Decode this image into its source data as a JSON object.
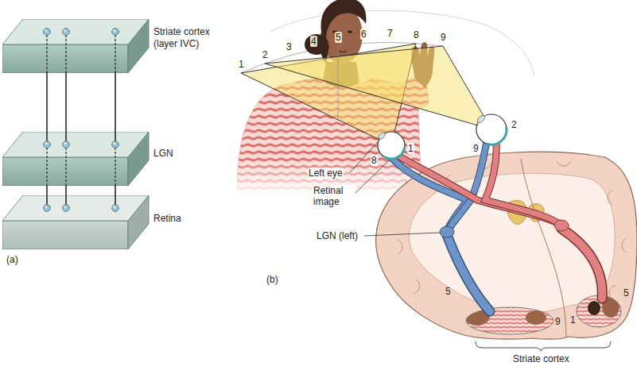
{
  "diagram": {
    "nodes": [
      {
        "text": [
          "Striate cortex (layer IVC)"
        ]
      },
      {
        "text": [
          "LGN"
        ]
      },
      {
        "text": [
          "Retina"
        ]
      }
    ],
    "edges": [
      {
        "from": 2,
        "to": 1,
        "arrow": "none"
      },
      {
        "from": 2,
        "to": 1,
        "arrow": "none"
      },
      {
        "from": 2,
        "to": 1,
        "arrow": "none"
      },
      {
        "from": 1,
        "to": 0,
        "arrow": "none"
      },
      {
        "from": 1,
        "to": 0,
        "arrow": "none"
      },
      {
        "from": 1,
        "to": 0,
        "arrow": "none"
      }
    ],
    "labels": [
      "(a)",
      "1",
      "2",
      "3",
      "4",
      "5",
      "6",
      "7",
      "8",
      "9",
      "Left eye",
      "8",
      "1",
      "2",
      "9",
      "Retinal image",
      "LGN (left)",
      "(b)",
      "5",
      "9",
      "1",
      "5",
      "Striate cortex"
    ]
  }
}
